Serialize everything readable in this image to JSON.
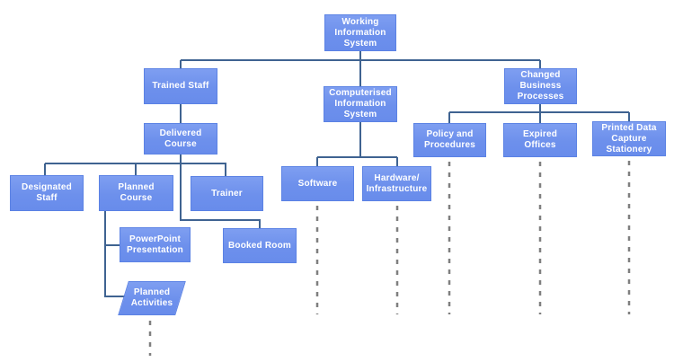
{
  "diagram": {
    "type": "hierarchy",
    "background": "#ffffff",
    "colors": {
      "node_fill": "#6D90EC",
      "node_border": "#5B82E4",
      "node_text": "#FFFFFF",
      "connector": "#3F6391",
      "dashed_connector": "#7F7F7F"
    },
    "nodes": [
      {
        "id": "working-information-system",
        "label": "Working Information System",
        "shape": "rect"
      },
      {
        "id": "trained-staff",
        "label": "Trained Staff",
        "shape": "rect"
      },
      {
        "id": "computerised-information-system",
        "label": "Computerised Information System",
        "shape": "rect"
      },
      {
        "id": "changed-business-processes",
        "label": "Changed Business Processes",
        "shape": "rect"
      },
      {
        "id": "delivered-course",
        "label": "Delivered Course",
        "shape": "rect"
      },
      {
        "id": "designated-staff",
        "label": "Designated Staff",
        "shape": "rect"
      },
      {
        "id": "planned-course",
        "label": "Planned Course",
        "shape": "rect"
      },
      {
        "id": "trainer",
        "label": "Trainer",
        "shape": "rect"
      },
      {
        "id": "powerpoint-presentation",
        "label": "PowerPoint Presentation",
        "shape": "rect"
      },
      {
        "id": "booked-room",
        "label": "Booked Room",
        "shape": "rect"
      },
      {
        "id": "software",
        "label": "Software",
        "shape": "rect"
      },
      {
        "id": "hardware-infrastructure",
        "label": "Hardware/ Infrastructure",
        "shape": "rect"
      },
      {
        "id": "policy-and-procedures",
        "label": "Policy and Procedures",
        "shape": "rect"
      },
      {
        "id": "expired-offices",
        "label": "Expired Offices",
        "shape": "rect"
      },
      {
        "id": "printed-data-capture-stationery",
        "label": "Printed Data Capture Stationery",
        "shape": "rect"
      },
      {
        "id": "planned-activities",
        "label": "Planned Activities",
        "shape": "parallelogram"
      }
    ],
    "edges": [
      {
        "from": "working-information-system",
        "to": "trained-staff",
        "style": "solid"
      },
      {
        "from": "working-information-system",
        "to": "computerised-information-system",
        "style": "solid"
      },
      {
        "from": "working-information-system",
        "to": "changed-business-processes",
        "style": "solid"
      },
      {
        "from": "trained-staff",
        "to": "delivered-course",
        "style": "solid"
      },
      {
        "from": "delivered-course",
        "to": "designated-staff",
        "style": "solid"
      },
      {
        "from": "delivered-course",
        "to": "planned-course",
        "style": "solid"
      },
      {
        "from": "delivered-course",
        "to": "trainer",
        "style": "solid"
      },
      {
        "from": "delivered-course",
        "to": "booked-room",
        "style": "solid"
      },
      {
        "from": "planned-course",
        "to": "powerpoint-presentation",
        "style": "solid"
      },
      {
        "from": "planned-course",
        "to": "planned-activities",
        "style": "solid"
      },
      {
        "from": "computerised-information-system",
        "to": "software",
        "style": "solid"
      },
      {
        "from": "computerised-information-system",
        "to": "hardware-infrastructure",
        "style": "solid"
      },
      {
        "from": "changed-business-processes",
        "to": "policy-and-procedures",
        "style": "solid"
      },
      {
        "from": "changed-business-processes",
        "to": "expired-offices",
        "style": "solid"
      },
      {
        "from": "changed-business-processes",
        "to": "printed-data-capture-stationery",
        "style": "solid"
      }
    ],
    "dashed_continuations": [
      "software",
      "hardware-infrastructure",
      "policy-and-procedures",
      "expired-offices",
      "printed-data-capture-stationery",
      "planned-activities"
    ]
  }
}
